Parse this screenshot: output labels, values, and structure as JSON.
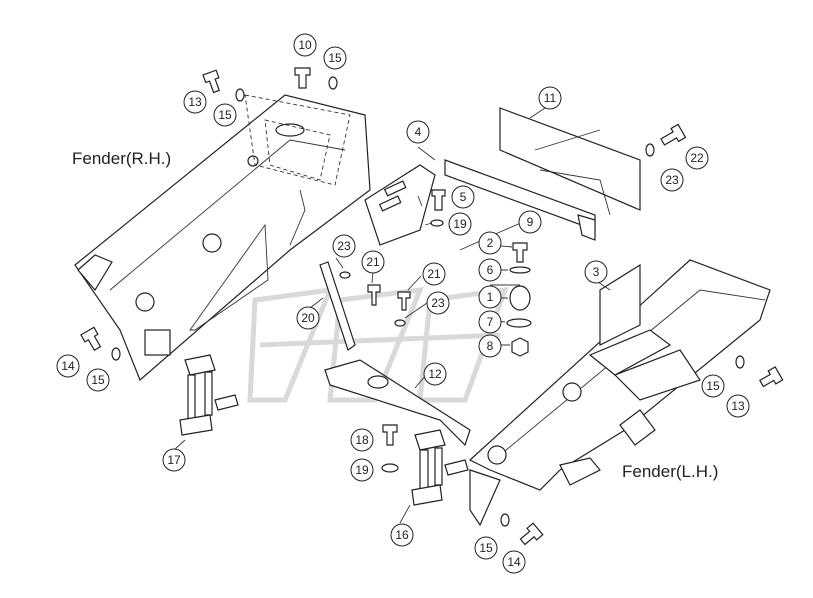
{
  "titles": {
    "right": "Fender(R.H.)",
    "left": "Fender(L.H.)"
  },
  "callouts": [
    {
      "n": "10"
    },
    {
      "n": "15"
    },
    {
      "n": "13"
    },
    {
      "n": "15"
    },
    {
      "n": "4"
    },
    {
      "n": "11"
    },
    {
      "n": "22"
    },
    {
      "n": "23"
    },
    {
      "n": "5"
    },
    {
      "n": "19"
    },
    {
      "n": "9"
    },
    {
      "n": "2"
    },
    {
      "n": "23"
    },
    {
      "n": "21"
    },
    {
      "n": "6"
    },
    {
      "n": "3"
    },
    {
      "n": "21"
    },
    {
      "n": "1"
    },
    {
      "n": "23"
    },
    {
      "n": "20"
    },
    {
      "n": "7"
    },
    {
      "n": "8"
    },
    {
      "n": "14"
    },
    {
      "n": "15"
    },
    {
      "n": "12"
    },
    {
      "n": "15"
    },
    {
      "n": "13"
    },
    {
      "n": "17"
    },
    {
      "n": "18"
    },
    {
      "n": "19"
    },
    {
      "n": "16"
    },
    {
      "n": "15"
    },
    {
      "n": "14"
    }
  ]
}
